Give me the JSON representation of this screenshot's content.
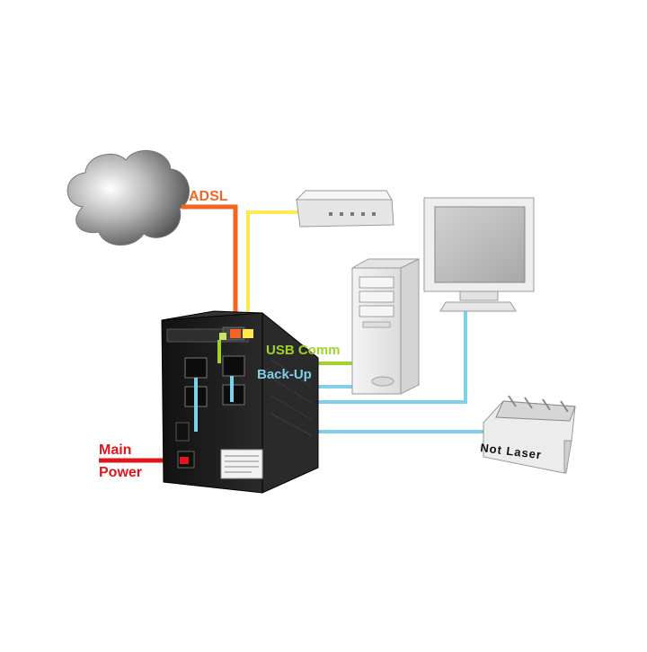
{
  "labels": {
    "adsl": "ADSL",
    "usb_comm": "USB Comm",
    "back_up": "Back-Up",
    "main": "Main",
    "power": "Power",
    "not_laser": "Not Laser"
  },
  "colors": {
    "adsl": "#f26522",
    "phone": "#ffe94d",
    "usb": "#9fd32c",
    "backup": "#7fd0e8",
    "power": "#e0161b",
    "ups_body": "#1b1b1b",
    "device": "#e9eaea"
  },
  "icons": {
    "cloud": "cloud-icon",
    "modem": "modem-icon",
    "monitor": "monitor-icon",
    "tower": "computer-tower-icon",
    "printer": "printer-icon",
    "ups": "ups-icon"
  }
}
